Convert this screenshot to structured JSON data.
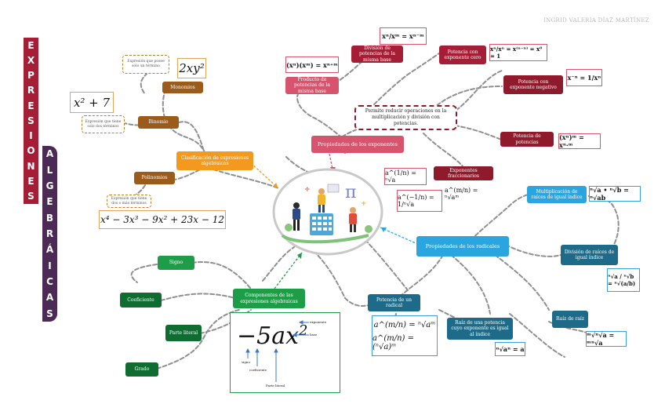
{
  "author": "INGRID VALERIA DÍAZ MARTÍNEZ",
  "side_title": {
    "word1": [
      "E",
      "X",
      "P",
      "R",
      "E",
      "S",
      "I",
      "O",
      "N",
      "E",
      "S"
    ],
    "word2": [
      "A",
      "L",
      "G",
      "E",
      "B",
      "R",
      "Á",
      "I",
      "C",
      "A",
      "S"
    ]
  },
  "classification": {
    "title": "Clasificación de expresiones algebraicas",
    "monomio": "Monomios",
    "monomio_note": "Expresión que posee solo un término",
    "monomio_example": "2xy²",
    "binomio": "Binomio",
    "binomio_note": "Expresión que tiene solo dos términos",
    "binomio_example": "x² + 7",
    "polinomio": "Polinomios",
    "polinomio_note": "Expresión que tiene dos o más términos",
    "polinomio_example": "x⁴ − 3x³ − 9x² + 23x − 12"
  },
  "components": {
    "title": "Componentes de las expresiones algebraicas",
    "signo": "Signo",
    "coeficiente": "Coeficiente",
    "parte_literal": "Parte literal",
    "grado": "Grado",
    "example_sign": "−",
    "example_coef": "5",
    "example_lit": "ax",
    "example_exp": "2",
    "lbl_exponente": "exponente",
    "lbl_base": "base",
    "lbl_signo": "signo",
    "lbl_coeficiente": "coeficiente",
    "lbl_parte_literal": "Parte literal"
  },
  "exponents": {
    "title": "Propiedades de los exponentes",
    "note": "Permite reducir operaciones en la multiplicación y división con potencias.",
    "producto": "Producto de potencias de la misma base",
    "producto_formula": "(xⁿ)(xᵐ) = xⁿ⁺ᵐ",
    "division": "División de potencias de la misma base",
    "division_formula": "xⁿ/xᵐ = xⁿ⁻ᵐ",
    "cero": "Potencia con exponente cero",
    "cero_formula": "xⁿ/xⁿ = x⁽ⁿ⁻ⁿ⁾ = x⁰ = 1",
    "negativo": "Potencia con exponente negativo",
    "negativo_formula": "x⁻ⁿ = 1/xⁿ",
    "potencias": "Potencia de potencias",
    "potencias_formula": "(xⁿ)ᵐ = xⁿ·ᵐ",
    "fraccionarios": "Exponentes fraccionarios",
    "frac_formula1": "a^(1/n) = ⁿ√a",
    "frac_formula2": "a^(−1/n) = 1/ⁿ√a",
    "frac_formula3": "a^(m/n) = ⁿ√aᵐ"
  },
  "radicals": {
    "title": "Propiedades de los radicales",
    "multiplicacion": "Multiplicación de raíces de igual índice",
    "multiplicacion_formula": "ⁿ√a • ⁿ√b = ⁿ√ab",
    "division": "División de raíces de igual índice",
    "division_formula": "ⁿ√a / ⁿ√b = ⁿ√(a/b)",
    "raiz_de_raiz": "Raíz de raíz",
    "raiz_de_raiz_formula": "ᵐ√ⁿ√a = ᵐⁿ√a",
    "potencia_radical": "Potencia de un radical",
    "potencia_formula1": "a^(m/n) = ⁿ√aᵐ",
    "potencia_formula2": "a^(m/n) = (ⁿ√a)ᵐ",
    "raiz_potencia": "Raíz de una potencia cuyo exponente es igual al índice",
    "raiz_potencia_formula": "ⁿ√aⁿ = a"
  },
  "colors": {
    "orange": "#f39a1e",
    "brown": "#9b5b1a",
    "green": "#1d9d48",
    "dark_green": "#0f6d31",
    "pink": "#d6546d",
    "dark_red": "#8e1a2b",
    "blue": "#2aa5df",
    "teal": "#1e6b89",
    "sidebar_red": "#a51e35",
    "sidebar_purple": "#4b2a56"
  }
}
